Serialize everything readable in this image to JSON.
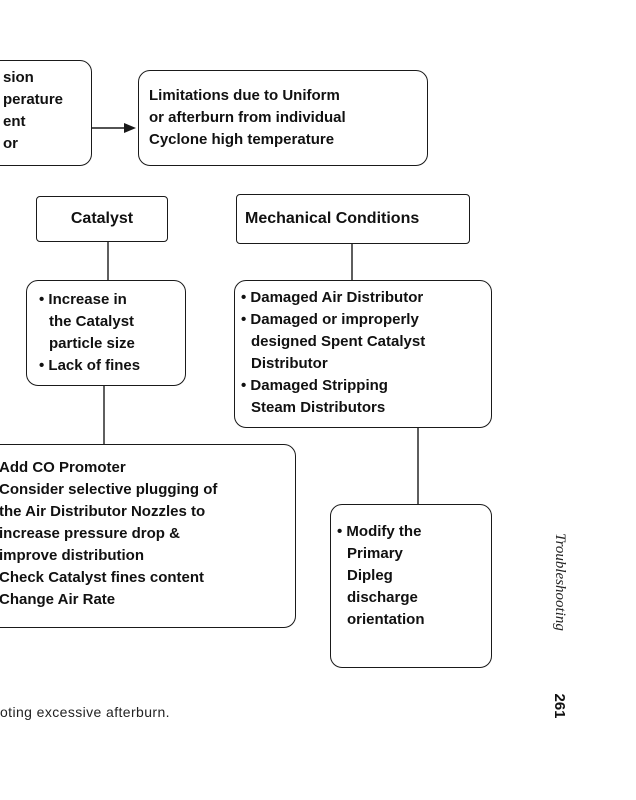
{
  "diagram": {
    "top_left_box": {
      "lines": [
        "sion",
        "perature",
        "ent",
        "or"
      ]
    },
    "limitations_box": {
      "lines": [
        "Limitations due to Uniform",
        "or afterburn from individual",
        "Cyclone high temperature"
      ]
    },
    "catalyst_box": {
      "title": "Catalyst"
    },
    "mechanical_box": {
      "title": "Mechanical Conditions"
    },
    "catalyst_causes_box": {
      "lines": [
        "• Increase in",
        "the Catalyst",
        "particle size",
        "• Lack of fines"
      ]
    },
    "mechanical_causes_box": {
      "lines": [
        "• Damaged Air Distributor",
        "• Damaged or improperly",
        "designed Spent Catalyst",
        "Distributor",
        "• Damaged Stripping",
        "Steam Distributors"
      ]
    },
    "actions_box": {
      "lines": [
        "Add CO Promoter",
        "Consider selective plugging of",
        "the Air Distributor Nozzles to",
        "increase pressure drop &",
        "improve  distribution",
        "Check Catalyst fines content",
        "Change  Air Rate"
      ]
    },
    "modify_box": {
      "lines": [
        "• Modify the",
        "Primary",
        "Dipleg",
        "discharge",
        "orientation"
      ]
    }
  },
  "page": {
    "caption": "oting excessive afterburn.",
    "running_head": "Troubleshooting",
    "page_number": "261"
  }
}
